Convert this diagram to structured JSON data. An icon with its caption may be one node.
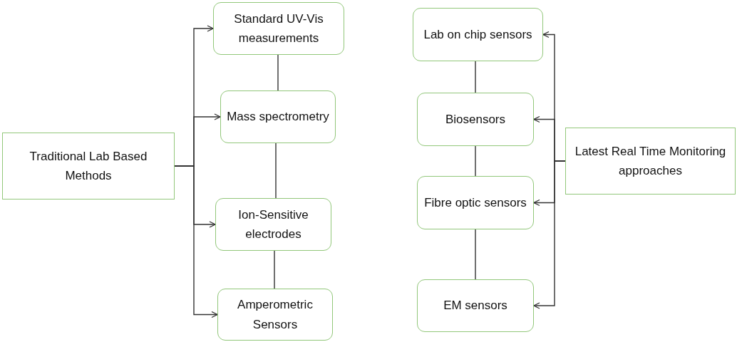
{
  "diagram": {
    "nodes": [
      {
        "text": [
          "Traditional Lab Based Methods"
        ]
      },
      {
        "text": [
          "Standard UV-Vis measurements"
        ]
      },
      {
        "text": [
          "Mass spectrometry"
        ]
      },
      {
        "text": [
          "Ion-Sensitive electrodes"
        ]
      },
      {
        "text": [
          "Amperometric Sensors"
        ]
      },
      {
        "text": [
          "Lab on chip sensors"
        ]
      },
      {
        "text": [
          "Biosensors"
        ]
      },
      {
        "text": [
          "Fibre optic sensors"
        ]
      },
      {
        "text": [
          "EM sensors"
        ]
      },
      {
        "text": [
          "Latest Real Time Monitoring approaches"
        ]
      }
    ],
    "edges": [
      {
        "from": 0,
        "to": 1,
        "arrow": "to"
      },
      {
        "from": 0,
        "to": 2,
        "arrow": "to"
      },
      {
        "from": 0,
        "to": 3,
        "arrow": "to"
      },
      {
        "from": 0,
        "to": 4,
        "arrow": "to"
      },
      {
        "from": 1,
        "to": 2,
        "arrow": "none"
      },
      {
        "from": 2,
        "to": 3,
        "arrow": "none"
      },
      {
        "from": 3,
        "to": 4,
        "arrow": "none"
      },
      {
        "from": 9,
        "to": 5,
        "arrow": "to"
      },
      {
        "from": 9,
        "to": 6,
        "arrow": "to"
      },
      {
        "from": 9,
        "to": 7,
        "arrow": "to"
      },
      {
        "from": 9,
        "to": 8,
        "arrow": "to"
      },
      {
        "from": 5,
        "to": 6,
        "arrow": "none"
      },
      {
        "from": 6,
        "to": 7,
        "arrow": "none"
      },
      {
        "from": 7,
        "to": 8,
        "arrow": "none"
      }
    ]
  }
}
